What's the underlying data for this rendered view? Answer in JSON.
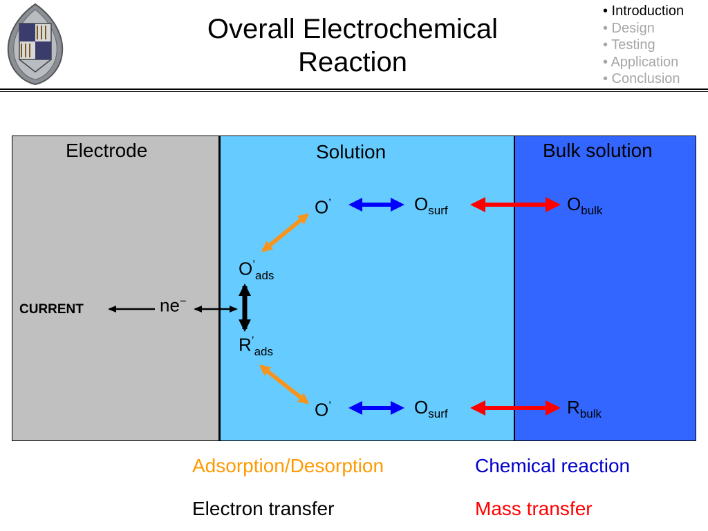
{
  "slide": {
    "title": "Overall Electrochemical\nReaction"
  },
  "nav": {
    "items": [
      {
        "label": "• Introduction",
        "active": true
      },
      {
        "label": "• Design",
        "active": false
      },
      {
        "label": "• Testing",
        "active": false
      },
      {
        "label": "• Application",
        "active": false
      },
      {
        "label": "• Conclusion",
        "active": false
      }
    ]
  },
  "diagram": {
    "regions": {
      "electrode": {
        "label": "Electrode",
        "color": "#c0c0c0"
      },
      "solution": {
        "label": "Solution",
        "color": "#66ccff"
      },
      "bulk": {
        "label": "Bulk solution",
        "color": "#3366ff"
      }
    },
    "species": {
      "o_top": {
        "main": "O",
        "sup": "’"
      },
      "o_surf_top": {
        "main": "O",
        "sub": "surf"
      },
      "o_bulk": {
        "main": "O",
        "sub": "bulk"
      },
      "o_ads": {
        "main": "O",
        "sup": "’",
        "sub": "ads"
      },
      "r_ads": {
        "main": "R",
        "sup": "’",
        "sub": "ads"
      },
      "o_bottom": {
        "main": "O",
        "sup": "’"
      },
      "o_surf_bottom": {
        "main": "O",
        "sub": "surf"
      },
      "r_bulk": {
        "main": "R",
        "sub": "bulk"
      }
    },
    "electron": {
      "main": "ne",
      "sup": "−"
    },
    "current_label": "CURRENT"
  },
  "legend": {
    "adsorption": {
      "label": "Adsorption/Desorption",
      "color": "#ff9900"
    },
    "chemical": {
      "label": "Chemical reaction",
      "color": "#0000cc"
    },
    "electron_transfer": {
      "label": "Electron transfer",
      "color": "#000000"
    },
    "mass_transfer": {
      "label": "Mass transfer",
      "color": "#ff0000"
    }
  },
  "colors": {
    "arrow_orange": "#f7941d",
    "arrow_blue": "#0000ff",
    "arrow_red": "#ff0000",
    "arrow_black": "#000000"
  }
}
